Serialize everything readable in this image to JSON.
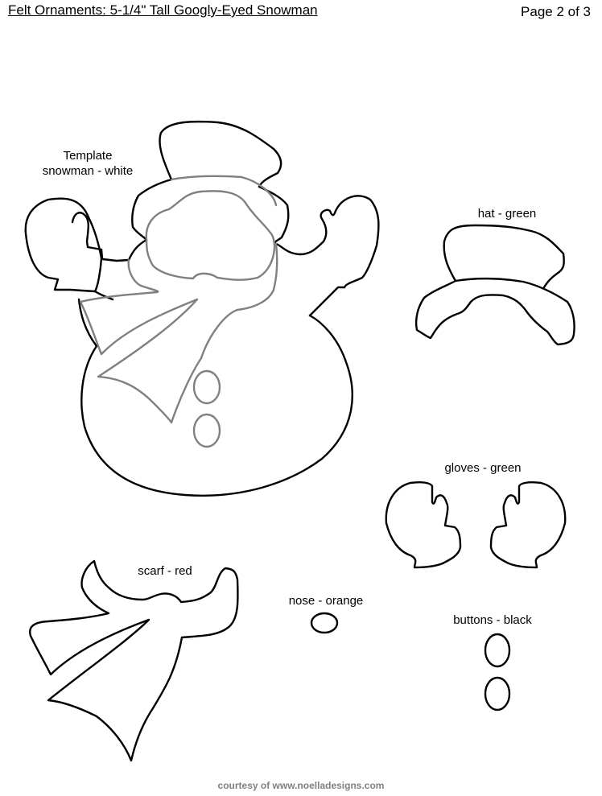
{
  "header": {
    "title": "Felt Ornaments: 5-1/4\" Tall Googly-Eyed Snowman",
    "page": "Page 2 of 3"
  },
  "pieces": {
    "template": {
      "line1": "Template",
      "line2": "snowman - white"
    },
    "hat": {
      "label": "hat - green",
      "color": "#2e8b57"
    },
    "gloves": {
      "label": "gloves - green",
      "color": "#2e8b57"
    },
    "scarf": {
      "label": "scarf - red",
      "color": "#cc0000"
    },
    "nose": {
      "label": "nose - orange",
      "color": "#ff8c00"
    },
    "buttons": {
      "label": "buttons - black",
      "color": "#000000"
    }
  },
  "footer": {
    "text": "courtesy of www.noelladesigns.com"
  }
}
